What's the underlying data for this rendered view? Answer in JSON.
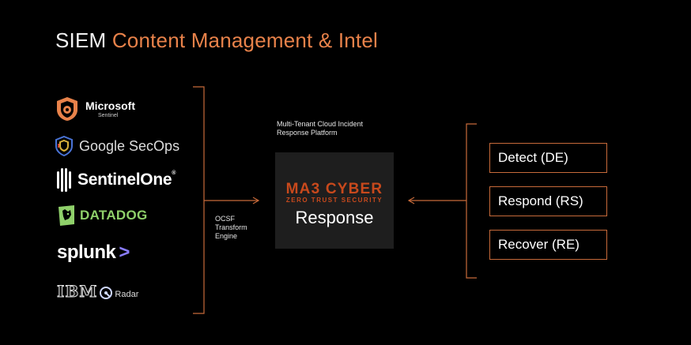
{
  "title": {
    "part1": "SIEM",
    "part2": "Content Management & Intel"
  },
  "sources": {
    "microsoft": {
      "name": "Microsoft",
      "sub": "Sentinel",
      "icon": "microsoft-sentinel-icon"
    },
    "google": {
      "name": "Google SecOps",
      "icon": "google-secops-shield-icon"
    },
    "sentinelone": {
      "name": "SentinelOne",
      "mark": "®",
      "icon": "sentinelone-icon"
    },
    "datadog": {
      "name": "DATADOG",
      "icon": "datadog-dog-icon"
    },
    "splunk": {
      "name": "splunk",
      "chevron": ">"
    },
    "ibm": {
      "name": "IBM",
      "sub": "Radar",
      "icon": "qradar-icon"
    }
  },
  "transform_label": [
    "OCSF",
    "Transform",
    "Engine"
  ],
  "platform_label": [
    "Multi-Tenant Cloud Incident",
    "Response Platform"
  ],
  "center": {
    "brand": "MA3 CYBER",
    "tagline": "ZERO TRUST SECURITY",
    "product": "Response"
  },
  "functions": [
    "Detect (DE)",
    "Respond (RS)",
    "Recover (RE)"
  ],
  "colors": {
    "accent": "#e8824a",
    "line": "#c76a3a",
    "brand": "#c8491c",
    "background": "#000000"
  }
}
